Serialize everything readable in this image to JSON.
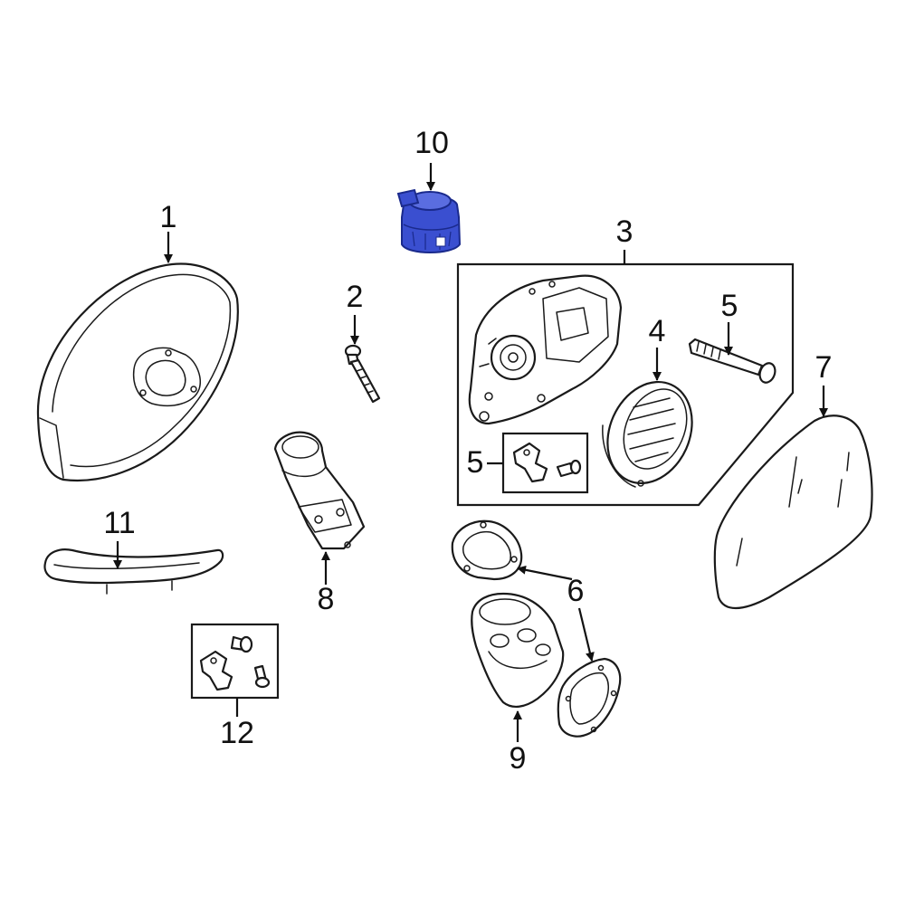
{
  "colors": {
    "background": "#ffffff",
    "line": "#1a1a1a",
    "highlight_fill": "#3a4fd0",
    "highlight_stroke": "#1a2a8c"
  },
  "highlighted_part": "10",
  "callouts": {
    "c1": "1",
    "c2": "2",
    "c3": "3",
    "c4": "4",
    "c5a": "5",
    "c5b": "5",
    "c6": "6",
    "c7": "7",
    "c8": "8",
    "c9": "9",
    "c10": "10",
    "c11": "11",
    "c12": "12"
  }
}
